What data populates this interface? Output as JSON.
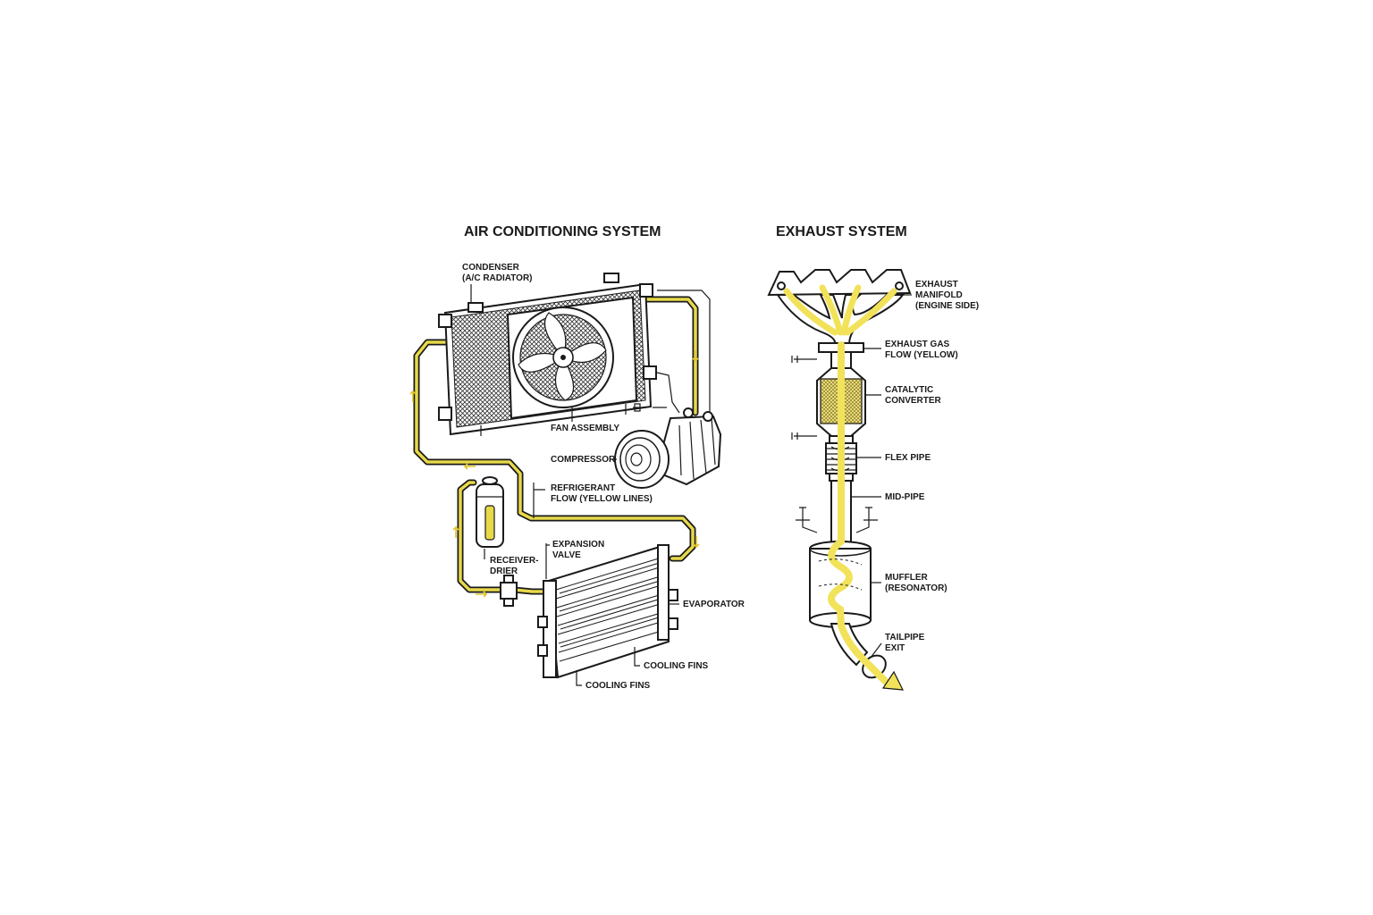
{
  "colors": {
    "refrigerant": "#e8d94a",
    "exhaust_flow": "#f1e25a",
    "outline": "#1a1a1a",
    "background": "#ffffff"
  },
  "ac_system": {
    "title": "AIR CONDITIONING SYSTEM",
    "labels": {
      "condenser_1": "CONDENSER",
      "condenser_2": "(A/C RADIATOR)",
      "fan_assembly": "FAN ASSEMBLY",
      "compressor": "COMPRESSOR",
      "refrigerant_1": "REFRIGERANT",
      "refrigerant_2": "FLOW (YELLOW LINES)",
      "expansion_1": "EXPANSION",
      "expansion_2": "VALVE",
      "receiver_1": "RECEIVER-",
      "receiver_2": "DRIER",
      "evaporator": "EVAPORATOR",
      "cooling_fins_a": "COOLING FINS",
      "cooling_fins_b": "COOLING FINS"
    }
  },
  "exhaust_system": {
    "title": "EXHAUST SYSTEM",
    "labels": {
      "manifold_1": "EXHAUST",
      "manifold_2": "MANIFOLD",
      "manifold_3": "(ENGINE SIDE)",
      "gas_flow_1": "EXHAUST GAS",
      "gas_flow_2": "FLOW (YELLOW)",
      "catalytic_1": "CATALYTIC",
      "catalytic_2": "CONVERTER",
      "flex_pipe": "FLEX PIPE",
      "mid_pipe": "MID-PIPE",
      "muffler_1": "MUFFLER",
      "muffler_2": "(RESONATOR)",
      "tailpipe_1": "TAILPIPE",
      "tailpipe_2": "EXIT"
    }
  }
}
